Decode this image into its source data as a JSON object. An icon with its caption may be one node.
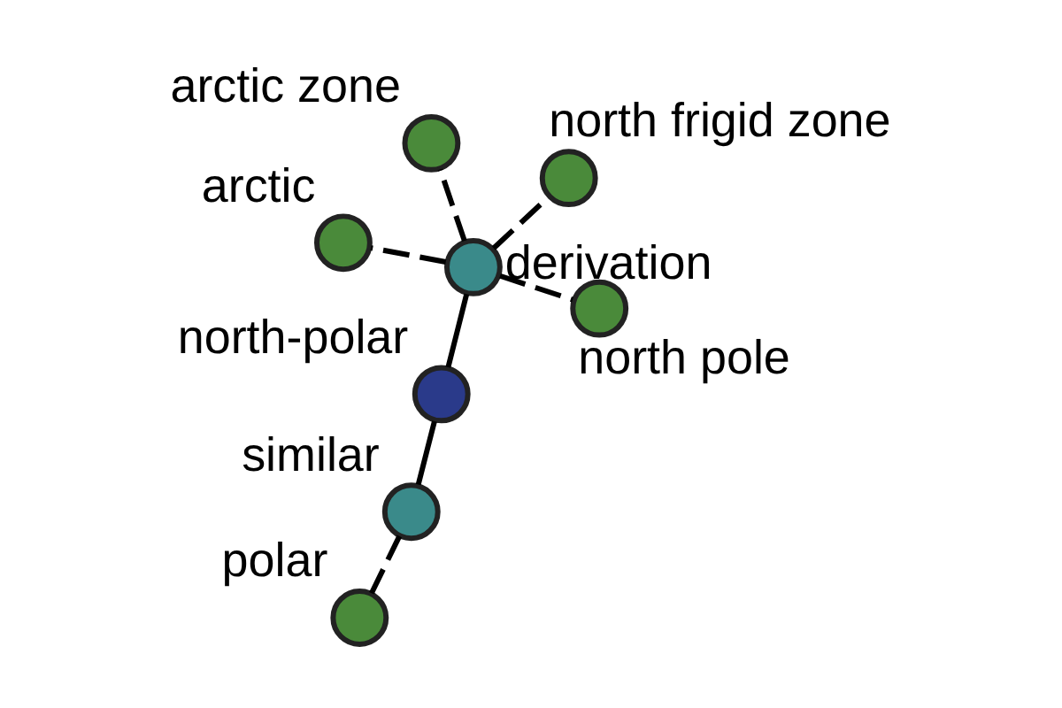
{
  "diagram": {
    "nodes": [
      {
        "text": [],
        "shape": "circle",
        "beside": [
          "polar"
        ]
      },
      {
        "text": [],
        "shape": "circle",
        "beside": [
          "similar"
        ]
      },
      {
        "text": [],
        "shape": "circle",
        "beside": [
          "north-polar"
        ]
      },
      {
        "text": [],
        "shape": "circle",
        "beside": [
          "north frigid zone"
        ]
      },
      {
        "text": [],
        "shape": "circle",
        "beside": [
          "derivation"
        ]
      },
      {
        "text": [],
        "shape": "circle",
        "beside": [
          "arctic zone"
        ]
      },
      {
        "text": [],
        "shape": "circle",
        "beside": [
          "arctic"
        ]
      },
      {
        "text": [],
        "shape": "circle",
        "beside": [
          "north pole"
        ]
      }
    ],
    "edges": [
      {
        "from": 0,
        "to": 1,
        "arrow": "none",
        "style": "dashed"
      },
      {
        "from": 1,
        "to": 2,
        "arrow": "none"
      },
      {
        "from": 2,
        "to": 4,
        "arrow": "none"
      },
      {
        "from": 4,
        "to": 3,
        "arrow": "none",
        "style": "dashed"
      },
      {
        "from": 4,
        "to": 5,
        "arrow": "none",
        "style": "dashed"
      },
      {
        "from": 4,
        "to": 7,
        "arrow": "none",
        "style": "dashed"
      },
      {
        "from": 4,
        "to": 6,
        "arrow": "none",
        "style": "dashed"
      }
    ]
  }
}
